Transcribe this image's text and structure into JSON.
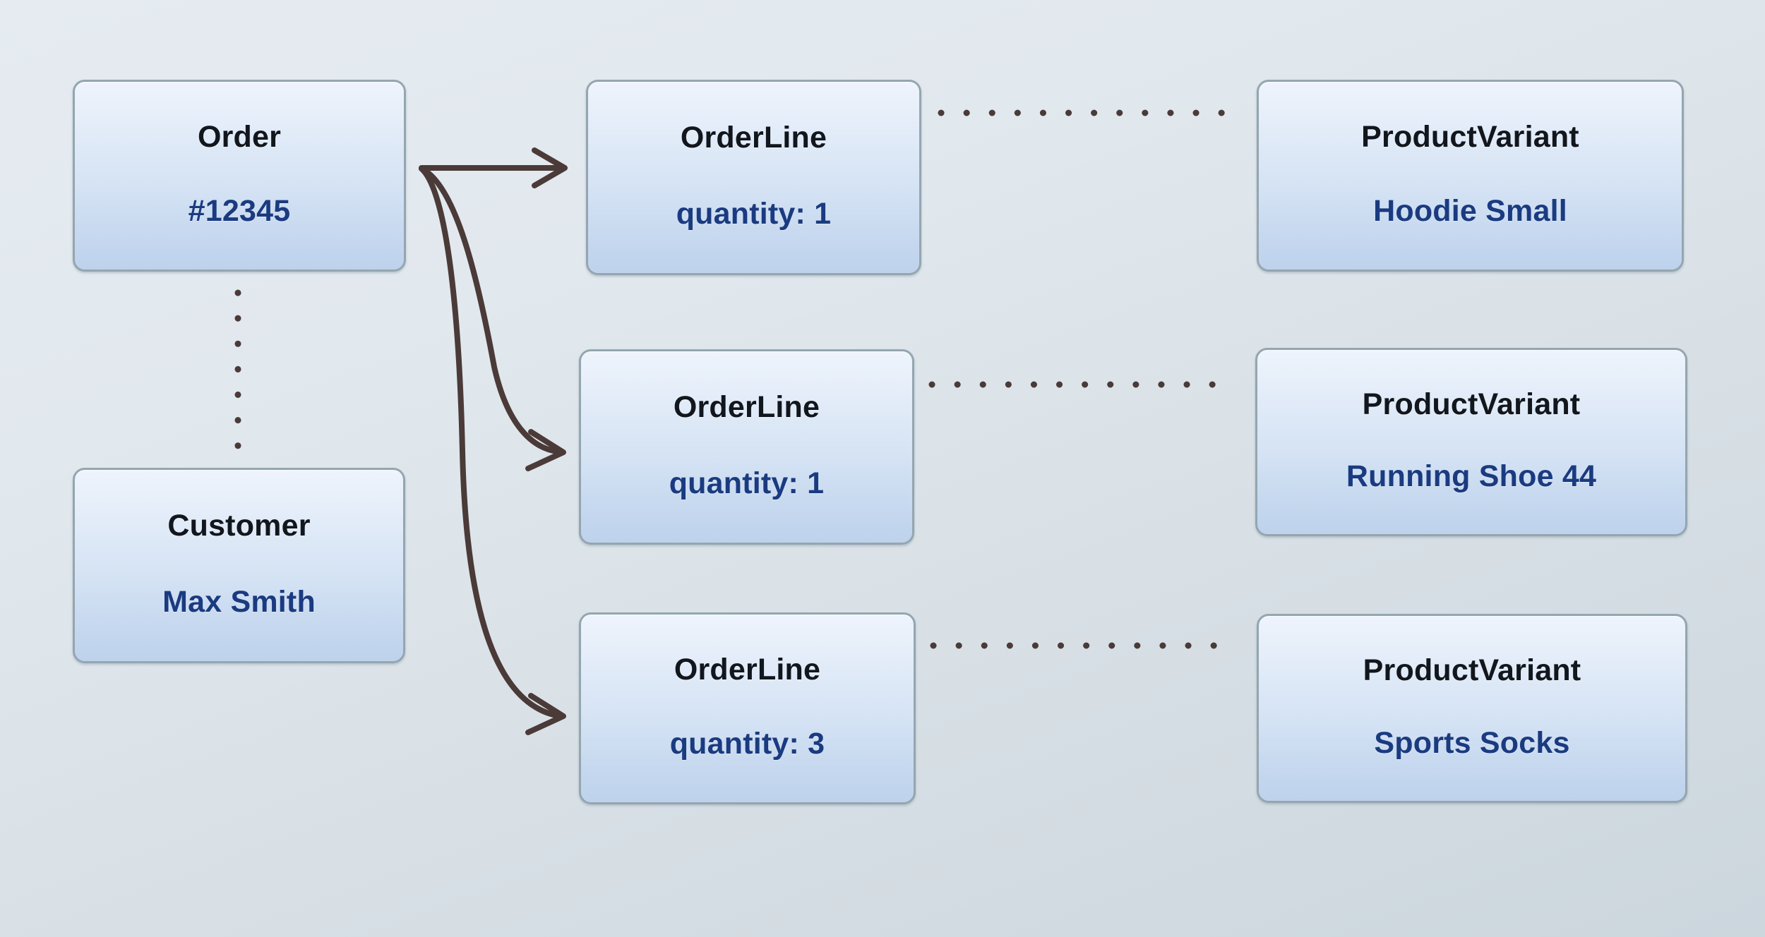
{
  "diagram": {
    "type": "entity-relationship-object-diagram",
    "background_gradient_from": "#e5ebf1",
    "background_gradient_to": "#ccd6dd",
    "node_border_color": "#94a6b0",
    "node_fill_top": "#eef4fc",
    "node_fill_bottom": "#bed2ec",
    "title_color": "#12161d",
    "value_color": "#1a3b80",
    "edge_color": "#4a3a38"
  },
  "nodes": {
    "order": {
      "title": "Order",
      "value": "#12345"
    },
    "customer": {
      "title": "Customer",
      "value": "Max Smith"
    },
    "order_lines": [
      {
        "title": "OrderLine",
        "value": "quantity: 1"
      },
      {
        "title": "OrderLine",
        "value": "quantity: 1"
      },
      {
        "title": "OrderLine",
        "value": "quantity: 3"
      }
    ],
    "product_variants": [
      {
        "title": "ProductVariant",
        "value": "Hoodie Small"
      },
      {
        "title": "ProductVariant",
        "value": "Running Shoe 44"
      },
      {
        "title": "ProductVariant",
        "value": "Sports Socks"
      }
    ]
  },
  "edges": [
    {
      "name": "order-to-orderline-1",
      "from": "order",
      "to": "order_lines.0",
      "style": "solid-arrow"
    },
    {
      "name": "order-to-orderline-2",
      "from": "order",
      "to": "order_lines.1",
      "style": "solid-arrow"
    },
    {
      "name": "order-to-orderline-3",
      "from": "order",
      "to": "order_lines.2",
      "style": "solid-arrow"
    },
    {
      "name": "order-to-customer",
      "from": "order",
      "to": "customer",
      "style": "dotted"
    },
    {
      "name": "orderline-1-to-variant-1",
      "from": "order_lines.0",
      "to": "product_variants.0",
      "style": "dotted"
    },
    {
      "name": "orderline-2-to-variant-2",
      "from": "order_lines.1",
      "to": "product_variants.1",
      "style": "dotted"
    },
    {
      "name": "orderline-3-to-variant-3",
      "from": "order_lines.2",
      "to": "product_variants.2",
      "style": "dotted"
    }
  ]
}
